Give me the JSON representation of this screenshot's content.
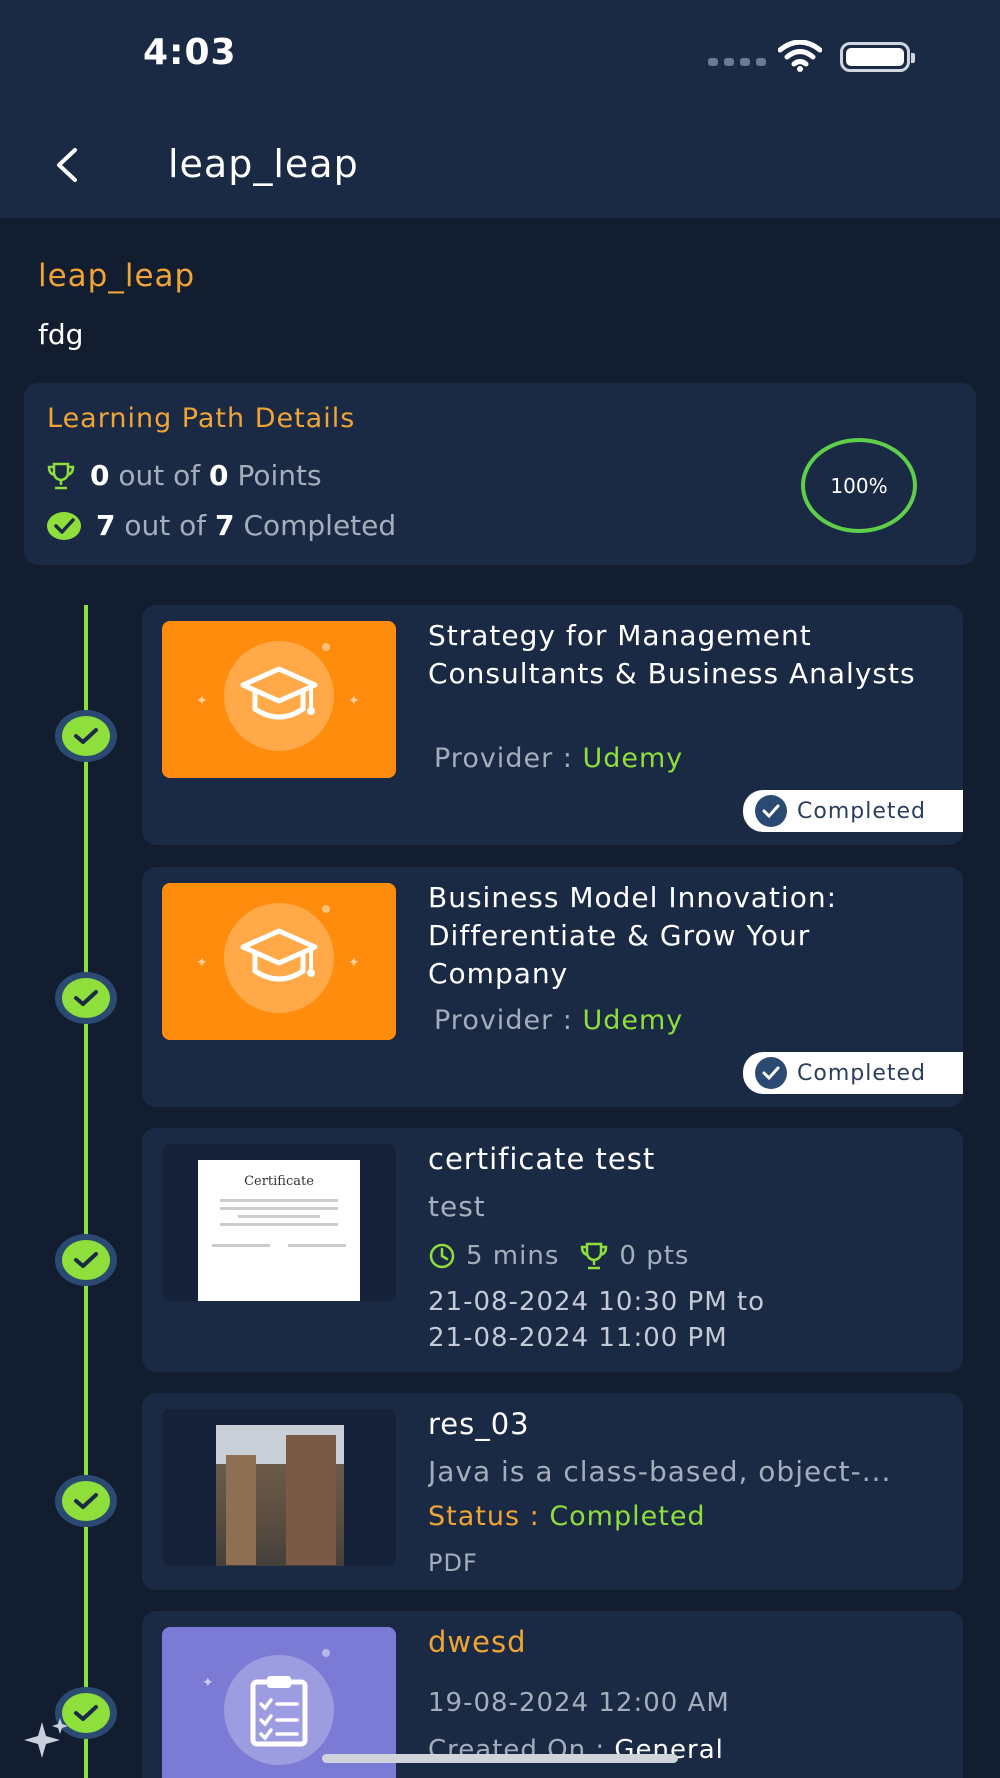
{
  "status_bar": {
    "time": "4:03"
  },
  "header": {
    "title": "leap_leap"
  },
  "learning_path": {
    "name": "leap_leap",
    "description": "fdg"
  },
  "details": {
    "title": "Learning Path Details",
    "points_earned": "0",
    "points_total": "0",
    "points_mid": "out of",
    "points_suffix": "Points",
    "completed_count": "7",
    "completed_total": "7",
    "completed_mid": "out of",
    "completed_suffix": "Completed",
    "progress_label": "100%",
    "progress_percent": 100
  },
  "items": [
    {
      "title": "Strategy for Management Consultants & Business Analysts",
      "provider_label": "Provider : ",
      "provider": "Udemy",
      "badge": "Completed",
      "thumb": "graduation-cap-icon"
    },
    {
      "title": "Business Model Innovation: Differentiate & Grow Your Company",
      "provider_label": "Provider : ",
      "provider": "Udemy",
      "badge": "Completed",
      "thumb": "graduation-cap-icon"
    },
    {
      "title": "certificate test",
      "subtitle": "test",
      "duration": "5 mins",
      "points": "0 pts",
      "dates_line1": "21-08-2024 10:30 PM to",
      "dates_line2": "21-08-2024 11:00 PM",
      "cert_heading": "Certificate"
    },
    {
      "title": "res_03",
      "subtitle": "Java is a class-based, object-...",
      "status_label": "Status : ",
      "status": "Completed",
      "type": "PDF"
    },
    {
      "title": "dwesd",
      "date": "19-08-2024 12:00 AM",
      "created_label": "Created On : ",
      "created_value": "General",
      "thumb": "clipboard-icon"
    }
  ],
  "colors": {
    "accent_orange": "#f0a435",
    "accent_green": "#8ede3c",
    "background": "#121d2f",
    "card": "#1b2a44"
  }
}
